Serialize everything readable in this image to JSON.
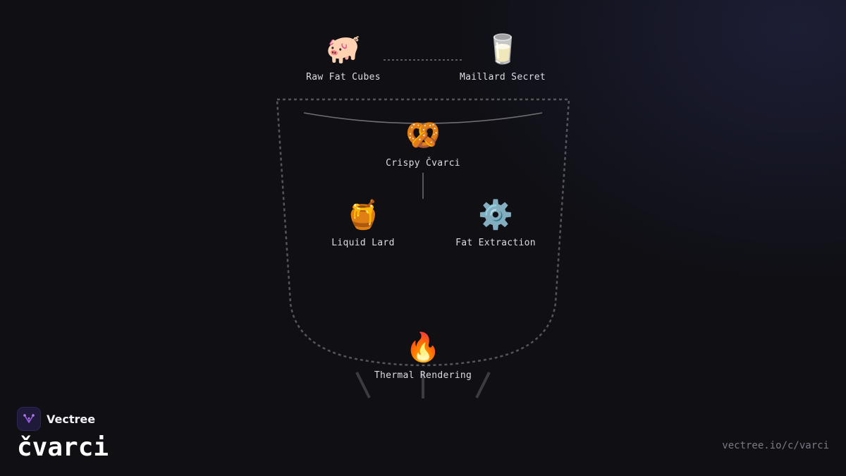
{
  "nodes": {
    "raw_fat": {
      "icon": "🐖",
      "label": "Raw Fat Cubes"
    },
    "maillard": {
      "icon": "🥛",
      "label": "Maillard Secret"
    },
    "cvarci": {
      "icon": "🥨",
      "label": "Crispy Čvarci"
    },
    "lard": {
      "icon": "🍯",
      "label": "Liquid Lard"
    },
    "extraction": {
      "icon": "⚙️",
      "label": "Fat Extraction"
    },
    "rendering": {
      "icon": "🔥",
      "label": "Thermal Rendering"
    }
  },
  "brand": {
    "name": "Vectree",
    "title": "čvarci"
  },
  "url": "vectree.io/c/varci",
  "colors": {
    "background": "#0f0f14",
    "logo_bg": "#1f1a3a",
    "logo_accent": "#9b5de5",
    "dashed_line": "#5a5a60",
    "label_text": "#dcdce4"
  }
}
